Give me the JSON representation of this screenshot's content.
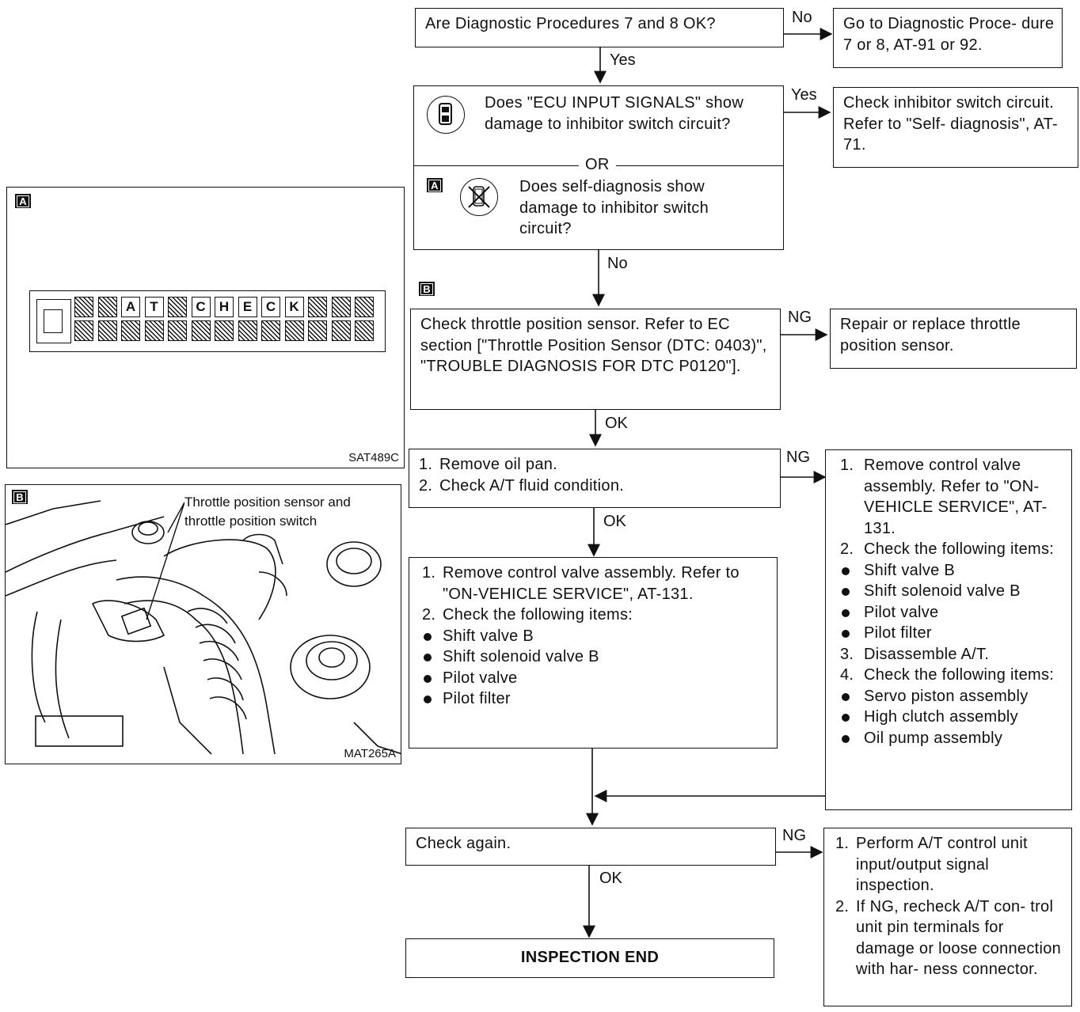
{
  "q1": {
    "text": "Are Diagnostic Procedures 7 and 8 OK?",
    "no_label": "No",
    "yes_label": "Yes"
  },
  "r1": {
    "text": "Go to Diagnostic Proce- dure 7 or 8, AT-91 or 92."
  },
  "q2": {
    "consult_text": "Does \"ECU INPUT SIGNALS\" show damage to inhibitor switch circuit?",
    "or_label": "OR",
    "self_text": "Does self-diagnosis show damage to inhibitor switch circuit?",
    "tag": "A",
    "yes_label": "Yes",
    "no_label": "No"
  },
  "r2": {
    "text": "Check inhibitor switch circuit. Refer to \"Self- diagnosis\", AT-71."
  },
  "q3": {
    "tag": "B",
    "text": "Check throttle position sensor. Refer to EC section [\"Throttle Position Sensor (DTC: 0403)\", \"TROUBLE DIAGNOSIS FOR DTC P0120\"].",
    "ng_label": "NG",
    "ok_label": "OK"
  },
  "r3": {
    "text": "Repair or replace throttle position sensor."
  },
  "q4": {
    "steps": [
      "Remove oil pan.",
      "Check A/T fluid condition."
    ],
    "ng_label": "NG",
    "ok_label": "OK"
  },
  "r4": {
    "step1": "Remove control valve assembly. Refer to \"ON-VEHICLE SERVICE\", AT-131.",
    "step2": "Check the following items:",
    "bullets1": [
      "Shift valve B",
      "Shift solenoid valve B",
      "Pilot valve",
      "Pilot filter"
    ],
    "step3": "Disassemble A/T.",
    "step4": "Check the following items:",
    "bullets2": [
      "Servo piston assembly",
      "High clutch assembly",
      "Oil pump assembly"
    ]
  },
  "s5": {
    "step1": "Remove control valve assembly. Refer to \"ON-VEHICLE SERVICE\", AT-131.",
    "step2": "Check the following items:",
    "bullets": [
      "Shift valve B",
      "Shift solenoid valve B",
      "Pilot valve",
      "Pilot filter"
    ]
  },
  "q6": {
    "text": "Check again.",
    "ng_label": "NG",
    "ok_label": "OK"
  },
  "r6": {
    "step1": "Perform A/T control unit input/output signal inspection.",
    "step2": "If NG, recheck A/T con- trol unit pin terminals for damage or loose connection with har- ness connector."
  },
  "end": {
    "text": "INSPECTION END"
  },
  "figA": {
    "tag": "A",
    "code": "SAT489C",
    "display_top": [
      "",
      "",
      "A",
      "T",
      "",
      "C",
      "H",
      "E",
      "C",
      "K",
      "",
      "",
      ""
    ]
  },
  "figB": {
    "tag": "B",
    "code": "MAT265A",
    "callout": "Throttle position sensor and throttle position switch"
  },
  "icons": [
    "consult-tester-icon",
    "no-tool-icon"
  ]
}
